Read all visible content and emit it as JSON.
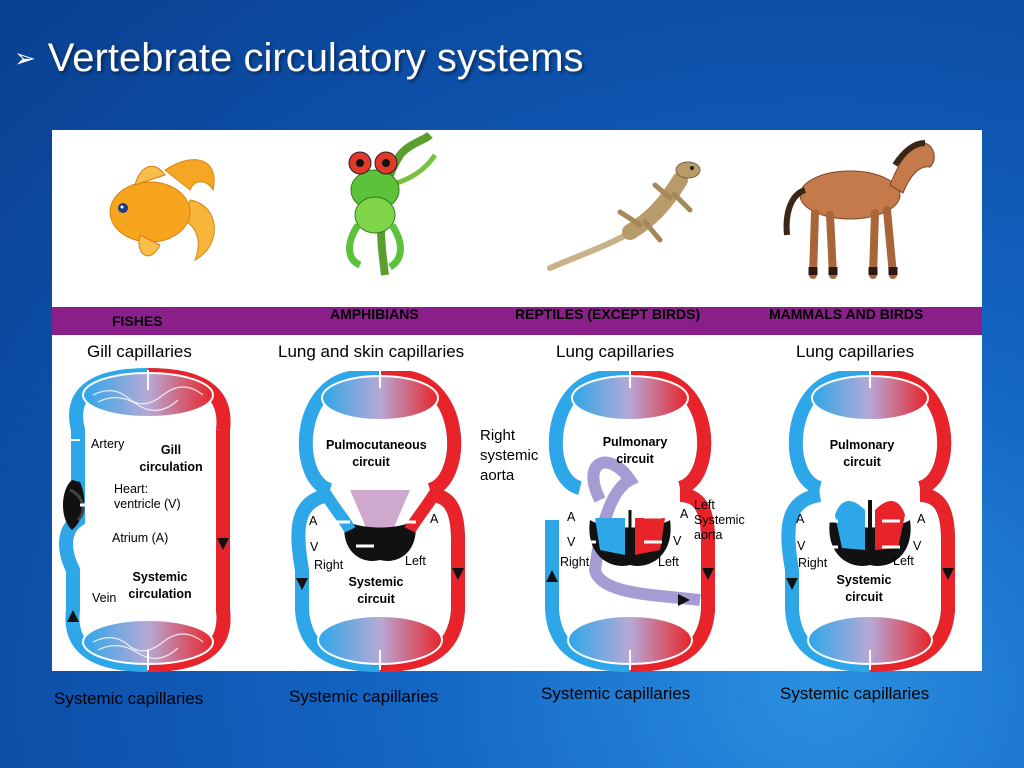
{
  "slide": {
    "bullet": "➢",
    "title": "Vertebrate circulatory systems"
  },
  "colors": {
    "background": "#1466c4",
    "band": "#8a1f8a",
    "oxygenated": "#e8242a",
    "deoxygenated": "#2ea7e8",
    "heart": "#111111",
    "capillary_mixed": "#b6a9d6"
  },
  "columns": [
    {
      "header": "FISHES",
      "top_capillaries": "Gill capillaries",
      "bottom_capillaries": "Systemic capillaries",
      "labels": {
        "artery": "Artery",
        "gill_circulation": "Gill circulation",
        "heart": "Heart: ventricle (V)",
        "atrium": "Atrium (A)",
        "systemic_circulation": "Systemic circulation",
        "vein": "Vein"
      }
    },
    {
      "header": "AMPHIBIANS",
      "top_capillaries": "Lung and skin capillaries",
      "bottom_capillaries": "Systemic capillaries",
      "labels": {
        "upper_circuit": "Pulmocutaneous circuit",
        "lower_circuit": "Systemic circuit",
        "a_left": "A",
        "a_right": "A",
        "v": "V",
        "right": "Right",
        "left": "Left",
        "right_systemic_aorta": "Right systemic aorta"
      }
    },
    {
      "header": "REPTILES (EXCEPT BIRDS)",
      "top_capillaries": "Lung capillaries",
      "bottom_capillaries": "Systemic capillaries",
      "labels": {
        "upper_circuit": "Pulmonary circuit",
        "a_left": "A",
        "a_right": "A",
        "v_left": "V",
        "v_right": "V",
        "right": "Right",
        "left": "Left",
        "left_systemic_aorta": "Left Systemic aorta"
      }
    },
    {
      "header": "MAMMALS AND BIRDS",
      "top_capillaries": "Lung capillaries",
      "bottom_capillaries": "Systemic capillaries",
      "labels": {
        "upper_circuit": "Pulmonary circuit",
        "lower_circuit": "Systemic circuit",
        "a_left": "A",
        "a_right": "A",
        "v_left": "V",
        "v_right": "V",
        "right": "Right",
        "left": "Left"
      }
    }
  ],
  "icons": [
    "goldfish-illustration",
    "tree-frog-illustration",
    "lizard-illustration",
    "horse-illustration"
  ]
}
